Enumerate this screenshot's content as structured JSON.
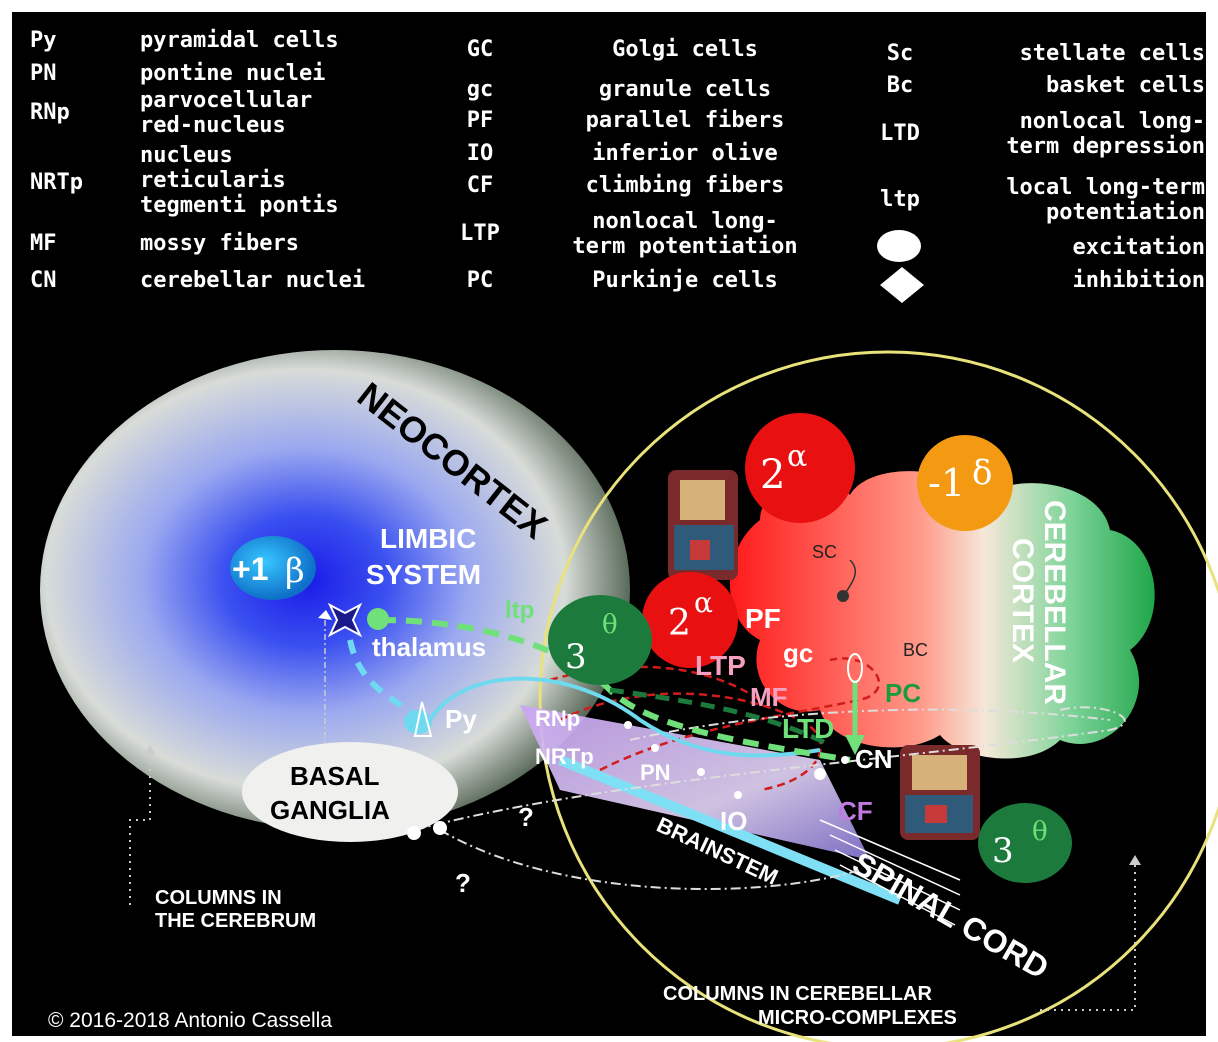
{
  "legend": {
    "col1": [
      {
        "abbr": "Py",
        "lines": [
          "pyramidal cells"
        ]
      },
      {
        "abbr": "PN",
        "lines": [
          "pontine nuclei"
        ]
      },
      {
        "abbr": "RNp",
        "lines": [
          "parvocellular",
          "red-nucleus"
        ]
      },
      {
        "abbr": "NRTp",
        "lines": [
          "nucleus",
          "reticularis",
          "tegmenti pontis"
        ]
      },
      {
        "abbr": "MF",
        "lines": [
          "mossy fibers"
        ]
      },
      {
        "abbr": "CN",
        "lines": [
          "cerebellar nuclei"
        ]
      }
    ],
    "col2": [
      {
        "abbr": "GC",
        "lines": [
          "Golgi cells"
        ]
      },
      {
        "abbr": "gc",
        "lines": [
          "granule cells"
        ]
      },
      {
        "abbr": "PF",
        "lines": [
          "parallel fibers"
        ]
      },
      {
        "abbr": "IO",
        "lines": [
          "inferior olive"
        ]
      },
      {
        "abbr": "CF",
        "lines": [
          "climbing fibers"
        ]
      },
      {
        "abbr": "LTP",
        "lines": [
          "nonlocal long-",
          "term potentiation"
        ]
      },
      {
        "abbr": "PC",
        "lines": [
          "Purkinje cells"
        ]
      }
    ],
    "col3": [
      {
        "abbr": "Sc",
        "lines": [
          "stellate cells"
        ]
      },
      {
        "abbr": "Bc",
        "lines": [
          "basket cells"
        ]
      },
      {
        "abbr": "LTD",
        "lines": [
          "nonlocal long-",
          "term depression"
        ]
      },
      {
        "abbr": "ltp",
        "lines": [
          "local long-term",
          "potentiation"
        ]
      },
      {
        "abbr": "",
        "lines": [
          "excitation"
        ],
        "symbol": "circle"
      },
      {
        "abbr": "",
        "lines": [
          "inhibition"
        ],
        "symbol": "diamond"
      }
    ]
  },
  "labels": {
    "neocortex": "NEOCORTEX",
    "limbic1": "LIMBIC",
    "limbic2": "SYSTEM",
    "thalamus": "thalamus",
    "ltp_local": "ltp",
    "py": "Py",
    "basal1": "BASAL",
    "basal2": "GANGLIA",
    "rnp": "RNp",
    "nrtp": "NRTp",
    "pn": "PN",
    "io": "IO",
    "cf": "CF",
    "cn": "CN",
    "ltd": "LTD",
    "ltp": "LTP",
    "mf": "MF",
    "gc": "gc",
    "pf": "PF",
    "pc": "PC",
    "sc": "SC",
    "bc": "BC",
    "cerebellar1": "CEREBELLAR",
    "cerebellar2": "CORTEX",
    "brainstem": "BRAINSTEM",
    "spinal": "SPINAL CORD",
    "question": "?",
    "cols_cerebrum1": "COLUMNS IN",
    "cols_cerebrum2": "THE CEREBRUM",
    "cols_cereb1": "COLUMNS IN CEREBELLAR",
    "cols_cereb2": "MICRO-COMPLEXES",
    "copyright": "© 2016-2018  Antonio Cassella"
  },
  "badges": {
    "plus1": {
      "num": "+1",
      "greek": "β"
    },
    "minus1": {
      "num": "-1",
      "greek": "δ"
    },
    "two_top": {
      "num": "2",
      "greek": "α"
    },
    "two_mid": {
      "num": "2",
      "greek": "α"
    },
    "three_left": {
      "num": "3",
      "greek": "θ"
    },
    "three_right": {
      "num": "3",
      "greek": "θ"
    }
  },
  "colors": {
    "background": "#000000",
    "neocortex_core": "#1f2ee6",
    "green": "#6fe07a",
    "dark_green": "#1c7a3c",
    "red": "#e81010",
    "orange": "#f39a12",
    "yellow_ring": "#e9e27a",
    "cyan": "#5fd9f0"
  }
}
